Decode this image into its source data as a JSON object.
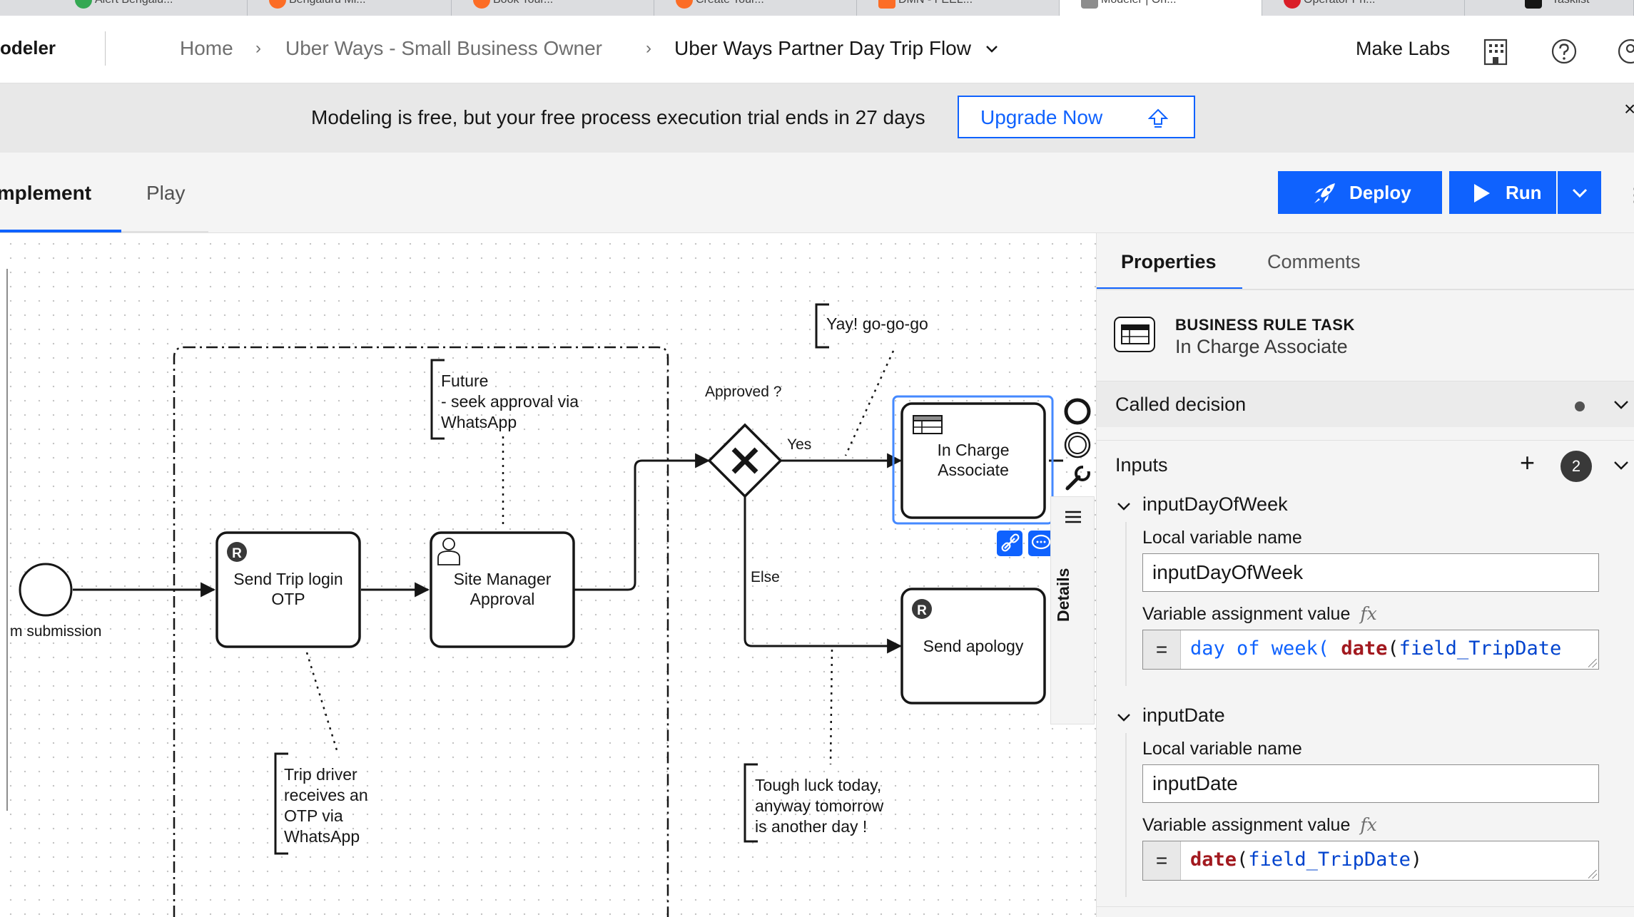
{
  "browser_tabs": [
    {
      "label": "Alert Bengalu..."
    },
    {
      "label": "Bengaluru Mi..."
    },
    {
      "label": "Book Tour..."
    },
    {
      "label": "Create Tour..."
    },
    {
      "label": "DMN - FEEL..."
    },
    {
      "label": "Modeler | On..."
    },
    {
      "label": "Operator Pri..."
    },
    {
      "label": "Tasklist"
    }
  ],
  "header": {
    "app_title": "odeler",
    "breadcrumbs": [
      {
        "label": "Home"
      },
      {
        "label": "Uber Ways - Small Business Owner"
      },
      {
        "label": "Uber Ways Partner Day Trip Flow"
      }
    ],
    "breadcrumb_separator": "›",
    "org_name": "Make Labs"
  },
  "banner": {
    "message": "Modeling is free, but your free process execution trial ends in 27 days",
    "upgrade_label": "Upgrade Now",
    "close_glyph": "×"
  },
  "mode_tabs": {
    "implement": "Implement",
    "play": "Play"
  },
  "actions": {
    "deploy_label": "Deploy",
    "run_label": "Run",
    "accent": "#0f62fe"
  },
  "diagram": {
    "start_event_label": "m submission",
    "tasks": {
      "send_otp": [
        "Send Trip login",
        "OTP"
      ],
      "site_manager": [
        "Site Manager",
        "Approval"
      ],
      "in_charge": [
        "In Charge",
        "Associate"
      ],
      "send_apology": [
        "Send apology"
      ]
    },
    "gateway_label": "Approved ?",
    "flows": {
      "yes": "Yes",
      "else": "Else"
    },
    "annotations": {
      "future": [
        "Future",
        "- seek approval via",
        "WhatsApp"
      ],
      "yay": [
        "Yay! go-go-go"
      ],
      "trip_driver": [
        "Trip driver",
        "receives an",
        "OTP via",
        "WhatsApp"
      ],
      "tough_luck": [
        "Tough luck today,",
        "anyway tomorrow",
        "is another day !"
      ]
    },
    "selected_color": "#4589ff"
  },
  "details_tab": "Details",
  "properties": {
    "tabs": {
      "properties": "Properties",
      "comments": "Comments"
    },
    "element_type": "BUSINESS RULE TASK",
    "element_name": "In Charge Associate",
    "called_decision": "Called decision",
    "inputs_title": "Inputs",
    "inputs_count": "2",
    "inputs": [
      {
        "name": "inputDayOfWeek",
        "local_label": "Local variable name",
        "local_value": "inputDayOfWeek",
        "assign_label": "Variable assignment value",
        "fx": "fx",
        "eq": "=",
        "code": {
          "kw": "day of week(",
          "fn": "date",
          "open": "(",
          "var": "field_TripDate",
          "close": ""
        }
      },
      {
        "name": "inputDate",
        "local_label": "Local variable name",
        "local_value": "inputDate",
        "assign_label": "Variable assignment value",
        "fx": "fx",
        "eq": "=",
        "code": {
          "kw": "",
          "fn": "date",
          "open": "(",
          "var": "field_TripDate",
          "close": ")"
        }
      }
    ]
  }
}
